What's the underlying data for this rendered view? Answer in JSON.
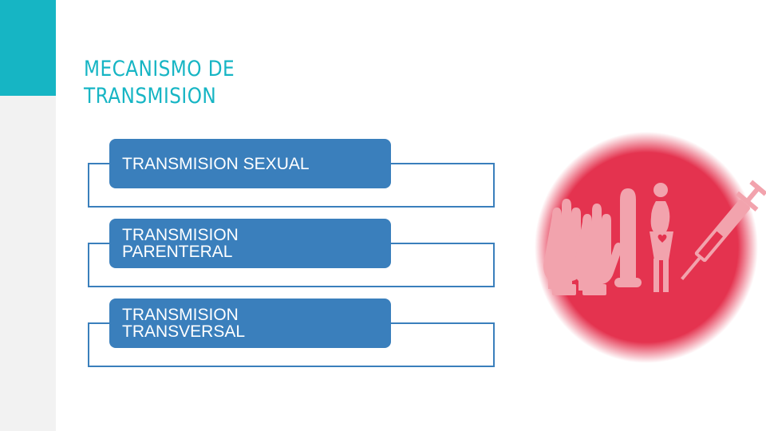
{
  "title": {
    "line1": "MECANISMO DE",
    "line2": "TRANSMISION"
  },
  "items": [
    {
      "label": "TRANSMISION SEXUAL"
    },
    {
      "label": "TRANSMISION\nPARENTERAL"
    },
    {
      "label": "TRANSMISION\nTRANSVERSAL"
    }
  ],
  "colors": {
    "accent": "#16b5c4",
    "box_blue": "#3a7fbc",
    "circle_red": "#e4334f",
    "icon_pink": "#f2a3ad"
  },
  "illustration": {
    "icons": [
      "gloves-icon",
      "condom-icon",
      "pregnant-woman-icon",
      "syringe-icon"
    ]
  }
}
